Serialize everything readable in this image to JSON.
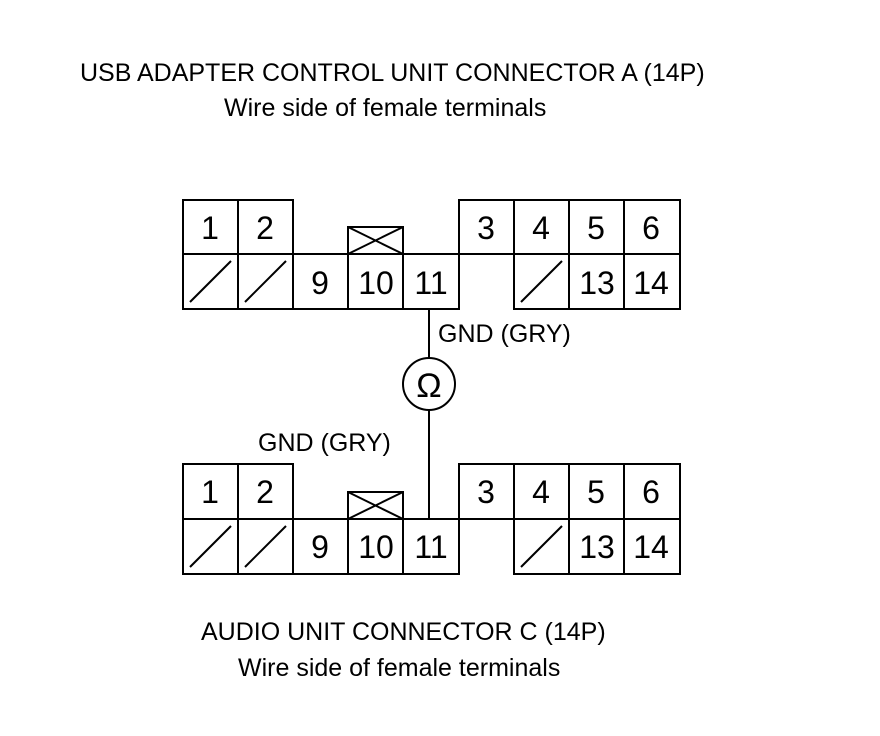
{
  "connector_top": {
    "title": "USB ADAPTER CONTROL UNIT CONNECTOR A (14P)",
    "subtitle": "Wire side of female terminals"
  },
  "connector_bottom": {
    "title": "AUDIO UNIT CONNECTOR C (14P)",
    "subtitle": "Wire side of female terminals"
  },
  "terminals": {
    "t1": "1",
    "t2": "2",
    "t3": "3",
    "t4": "4",
    "t5": "5",
    "t6": "6",
    "t9": "9",
    "t10": "10",
    "t11": "11",
    "t13": "13",
    "t14": "14"
  },
  "wire_labels": {
    "top": "GND (GRY)",
    "bottom": "GND (GRY)"
  },
  "meter_symbol": "Ω"
}
